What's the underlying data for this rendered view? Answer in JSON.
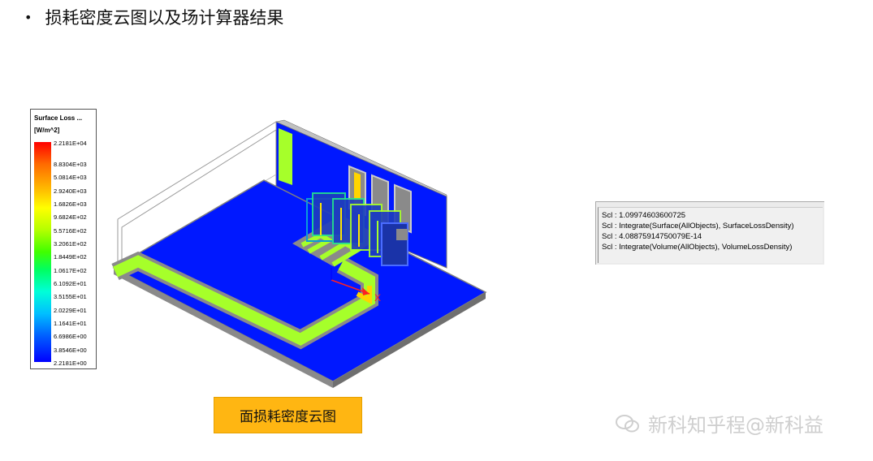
{
  "title": "损耗密度云图以及场计算器结果",
  "legend": {
    "title": "Surface Loss ...",
    "unit": "[W/m^2]",
    "ticks": [
      "2.2181E+04",
      "8.8304E+03",
      "5.0814E+03",
      "2.9240E+03",
      "1.6826E+03",
      "9.6824E+02",
      "5.5716E+02",
      "3.2061E+02",
      "1.8449E+02",
      "1.0617E+02",
      "6.1092E+01",
      "3.5155E+01",
      "2.0229E+01",
      "1.1641E+01",
      "6.6986E+00",
      "3.8546E+00",
      "2.2181E+00"
    ]
  },
  "axis_label": "X",
  "calculator": {
    "lines": [
      "Scl : 1.09974603600725",
      "Scl : Integrate(Surface(AllObjects), SurfaceLossDensity)",
      "Scl : 4.08875914750079E-14",
      "Scl : Integrate(Volume(AllObjects), VolumeLossDensity)"
    ]
  },
  "caption": "面损耗密度云图",
  "watermark": "新科知乎程@新科益",
  "colors": {
    "caption_bg": "#ffb612",
    "board_blue": "#0018ff",
    "trace_green": "#a6ff2a"
  }
}
